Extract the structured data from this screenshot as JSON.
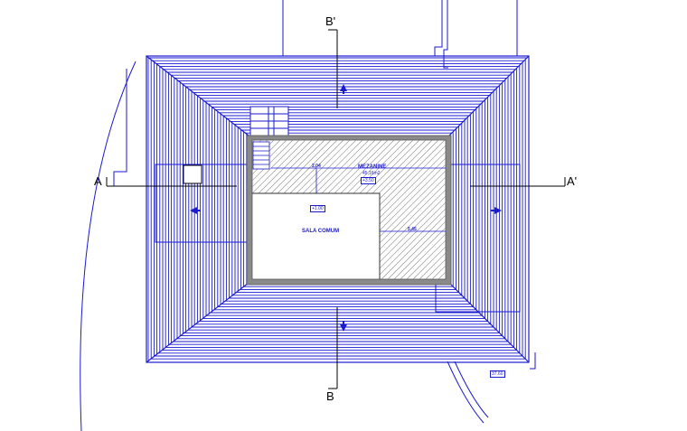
{
  "section_labels": {
    "a": "A",
    "a_prime": "A'",
    "b": "B",
    "b_prime": "B'"
  },
  "rooms": {
    "sala_comum": "SALA COMUM",
    "mezanine": "MEZANINE",
    "mezanine_area": "45,16m2"
  },
  "level_tags": {
    "sala": "+1.00",
    "mezanine": "+3.50",
    "outside": "37.60"
  },
  "dimension_labels": {
    "upper": "2.04",
    "right": "5.45"
  },
  "colors": {
    "roof_line": "#1a1ad0",
    "wall": "#7a7a7a",
    "section_line": "#000000"
  }
}
